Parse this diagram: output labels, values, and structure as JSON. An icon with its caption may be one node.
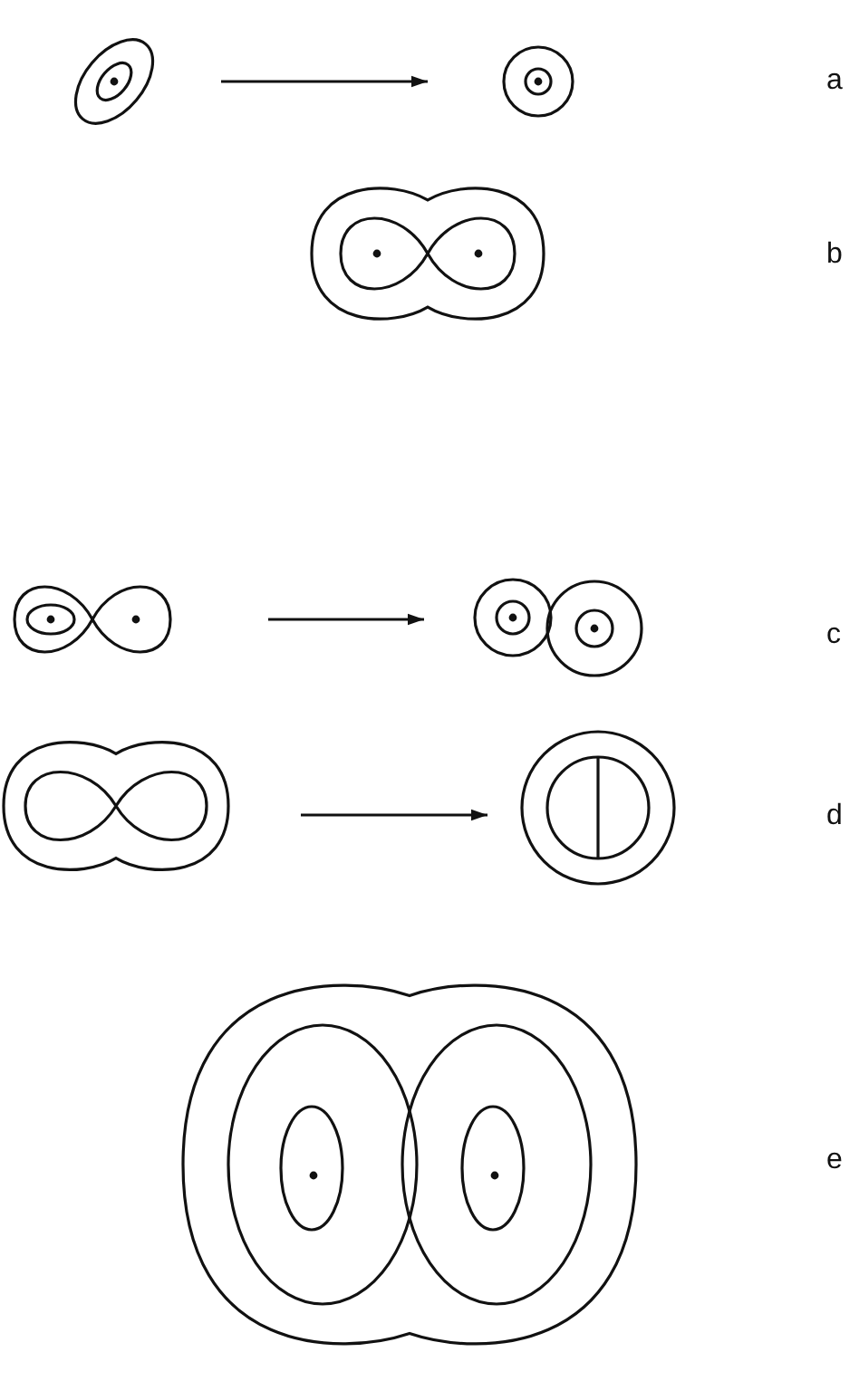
{
  "diagram": {
    "nodes": [
      {
        "text": [],
        "shape": "picture"
      },
      {
        "text": [],
        "shape": "picture"
      },
      {
        "text": [],
        "shape": "picture"
      },
      {
        "text": [],
        "shape": "picture"
      },
      {
        "text": [],
        "shape": "picture"
      },
      {
        "text": [],
        "shape": "picture"
      },
      {
        "text": [],
        "shape": "picture"
      },
      {
        "text": [],
        "shape": "picture"
      }
    ],
    "edges": [
      {
        "from": 0,
        "to": 1,
        "arrow": "to"
      },
      {
        "from": 3,
        "to": 4,
        "arrow": "to"
      },
      {
        "from": 5,
        "to": 6,
        "arrow": "to"
      }
    ],
    "labels": [
      "a",
      "b",
      "c",
      "d",
      "e"
    ]
  }
}
